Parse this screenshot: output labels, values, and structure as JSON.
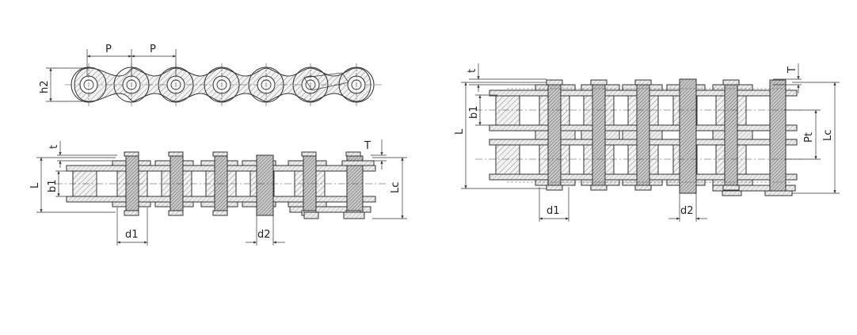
{
  "diagrams": {
    "single_chain": {
      "side_view": {
        "labels": {
          "pitch_a": "P",
          "pitch_b": "P",
          "plate_height": "h2"
        }
      },
      "top_view": {
        "labels": {
          "plate_thickness": "t",
          "outer_plate_thickness": "T",
          "overall_width": "L",
          "inner_width": "b1",
          "connecting_width": "Lc",
          "roller_diameter": "d1",
          "pin_diameter": "d2"
        }
      }
    },
    "double_chain": {
      "labels": {
        "plate_thickness": "t",
        "outer_plate_thickness": "T",
        "overall_width": "L",
        "inner_width": "b1",
        "transverse_pitch": "Pt",
        "connecting_width": "Lc",
        "roller_diameter": "d1",
        "pin_diameter": "d2"
      }
    }
  },
  "colors": {
    "line": "#333333",
    "hatch": "#777777",
    "background": "#ffffff"
  }
}
